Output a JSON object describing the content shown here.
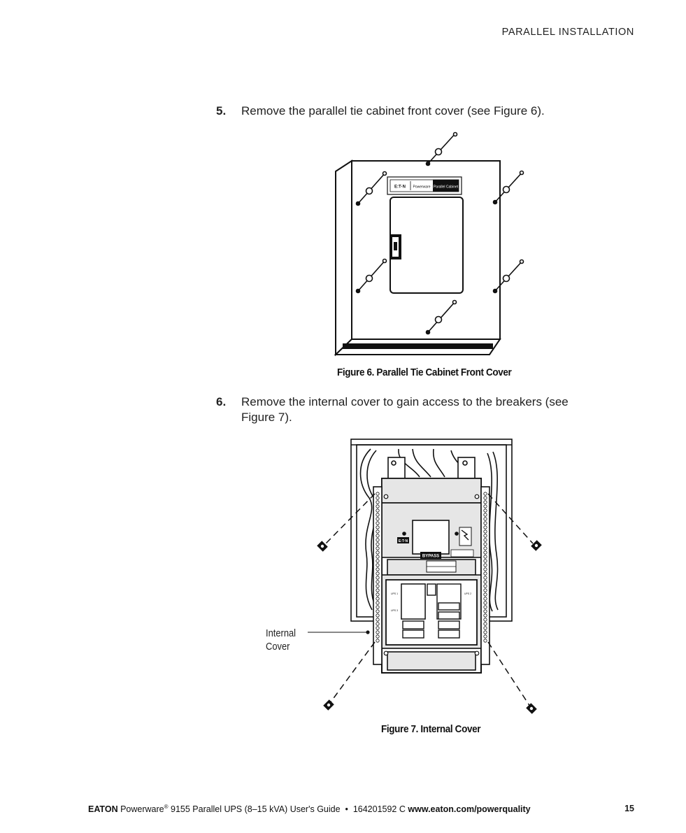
{
  "header": {
    "section": "PARALLEL INSTALLATION"
  },
  "steps": [
    {
      "number": "5.",
      "text": "Remove the parallel tie cabinet front cover (see Figure 6)."
    },
    {
      "number": "6.",
      "text": "Remove the internal cover to gain access to the breakers (see Figure 7)."
    }
  ],
  "figure6": {
    "caption": "Figure 6. Parallel Tie Cabinet Front Cover",
    "label_brand": "E:T·N",
    "label_product": "Powerware",
    "label_cabinet": "Parallel Cabinet"
  },
  "figure7": {
    "caption": "Figure 7. Internal Cover",
    "callout_line1": "Internal",
    "callout_line2": "Cover",
    "panel_brand": "E:T·N",
    "bypass_label": "BYPASS",
    "ups1_label": "UPS 1",
    "ups2_label": "UPS 2",
    "ups3_label": "UPS 3"
  },
  "footer": {
    "brand": "EATON",
    "product": "Powerware",
    "registered": "®",
    "guide": " 9155 Parallel UPS (8–15 kVA) User's Guide  •  164201592 C ",
    "url": "www.eaton.com/powerquality",
    "page": "15"
  }
}
